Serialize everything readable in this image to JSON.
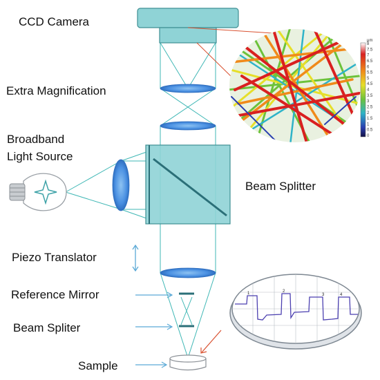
{
  "labels": {
    "ccd_camera": "CCD Camera",
    "extra_magnification": "Extra Magnification",
    "broadband_line1": "Broadband",
    "broadband_line2": "Light Source",
    "beam_splitter_cube": "Beam Splitter",
    "piezo_translator": "Piezo Translator",
    "reference_mirror": "Reference Mirror",
    "beam_spliter_small": "Beam Spliter",
    "sample": "Sample"
  },
  "colorbar": {
    "unit": "μm",
    "ticks": [
      "8",
      "7.5",
      "7",
      "6.5",
      "6",
      "5.5",
      "5",
      "4.5",
      "4",
      "3.5",
      "3",
      "2.5",
      "2",
      "1.5",
      "1",
      "0.5",
      "0"
    ]
  },
  "interferogram": {
    "peak_labels": [
      "1",
      "2",
      "3",
      "4"
    ]
  },
  "colors": {
    "optics_fill": "#8fd3d6",
    "optics_stroke": "#3f8f93",
    "beam_line": "#3fb7b5",
    "lens_blue": "#4a90e2",
    "arrow": "#5aa9d6",
    "pointer_red": "#d9502f",
    "signal_purple": "#4b3fb0"
  }
}
